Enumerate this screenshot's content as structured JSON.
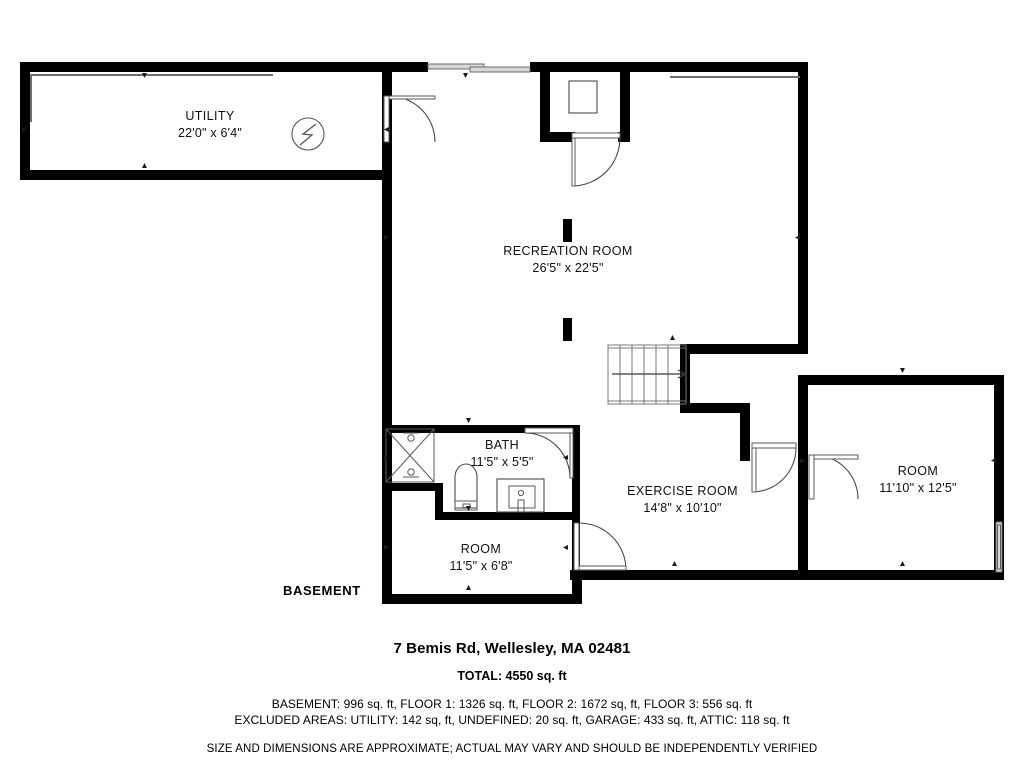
{
  "document": {
    "plan_tag": "BASEMENT",
    "address": "7 Bemis Rd, Wellesley, MA 02481",
    "total": "TOTAL: 4550 sq. ft",
    "area_line_1": "BASEMENT: 996 sq. ft, FLOOR 1: 1326 sq. ft, FLOOR 2: 1672 sq, ft, FLOOR 3: 556 sq. ft",
    "area_line_2": "EXCLUDED AREAS: UTILITY: 142 sq, ft, UNDEFINED: 20 sq. ft, GARAGE: 433 sq. ft, ATTIC: 118 sq. ft",
    "disclaimer": "SIZE AND DIMENSIONS ARE APPROXIMATE; ACTUAL MAY VARY AND SHOULD BE INDEPENDENTLY VERIFIED"
  },
  "rooms": [
    {
      "key": "utility",
      "name": "UTILITY",
      "dimensions": "22'0\" x 6'4\""
    },
    {
      "key": "recreation",
      "name": "RECREATION ROOM",
      "dimensions": "26'5\" x 22'5\""
    },
    {
      "key": "bath",
      "name": "BATH",
      "dimensions": "11'5\" x 5'5\""
    },
    {
      "key": "exercise",
      "name": "EXERCISE ROOM",
      "dimensions": "14'8\" x 10'10\""
    },
    {
      "key": "room_right",
      "name": "ROOM",
      "dimensions": "11'10\" x 12'5\""
    },
    {
      "key": "room_bottom",
      "name": "ROOM",
      "dimensions": "11'5\" x 6'8\""
    }
  ],
  "fixtures": [
    {
      "key": "electrical_panel",
      "icon": "electrical-panel-icon"
    },
    {
      "key": "water_heater",
      "icon": "water-heater-icon"
    },
    {
      "key": "shower",
      "icon": "shower-icon"
    },
    {
      "key": "toilet",
      "icon": "toilet-icon"
    },
    {
      "key": "vanity_sink",
      "icon": "vanity-sink-icon"
    },
    {
      "key": "staircase",
      "icon": "staircase-icon"
    },
    {
      "key": "support_column_upper",
      "icon": "support-column-icon"
    },
    {
      "key": "support_column_lower",
      "icon": "support-column-icon"
    }
  ],
  "colors": {
    "wall": "#000000",
    "background": "#ffffff",
    "fixture_stroke": "#4a4a4a",
    "window_pane": "#d8d8d8",
    "text": "#000000"
  }
}
